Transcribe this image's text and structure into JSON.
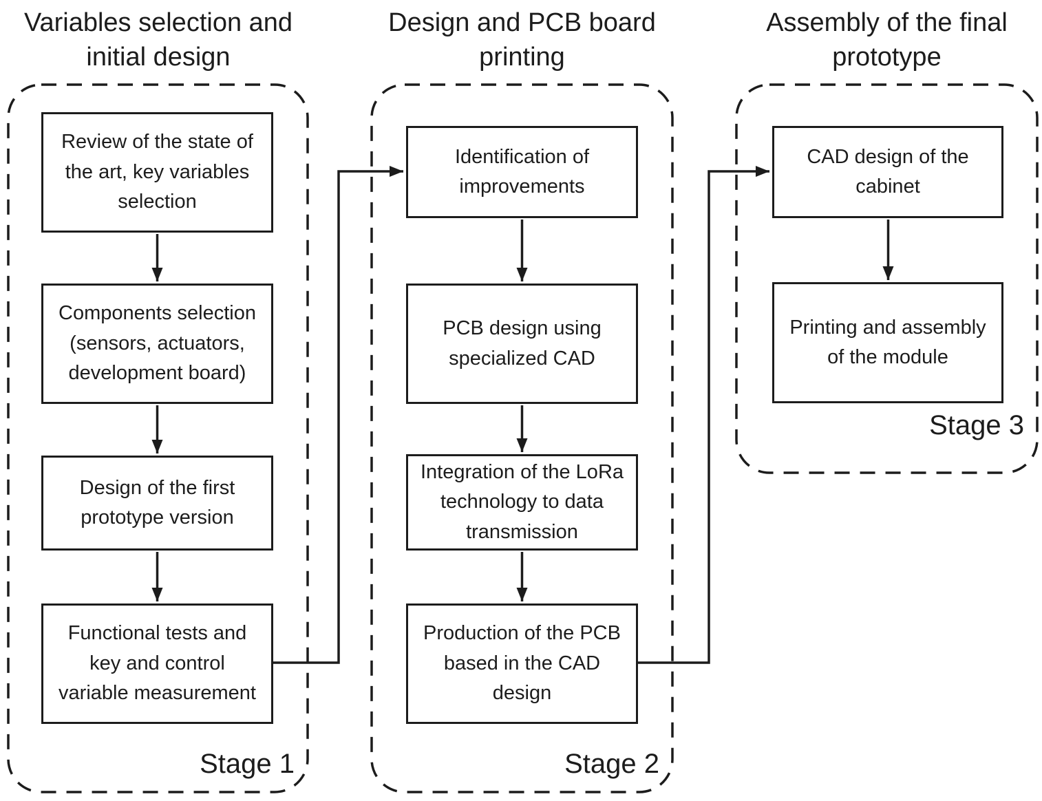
{
  "figure": {
    "stages": [
      {
        "title": "Variables selection and\ninitial design",
        "label": "Stage 1",
        "boxes": [
          "Review of the state of\nthe art, key variables\nselection",
          "Components selection\n(sensors, actuators,\ndevelopment board)",
          "Design of the first\nprototype version",
          "Functional tests and\nkey and control\nvariable measurement"
        ]
      },
      {
        "title": "Design and PCB board\nprinting",
        "label": "Stage 2",
        "boxes": [
          "Identification of\nimprovements",
          "PCB design using\nspecialized CAD",
          "Integration of the LoRa\ntechnology to data\ntransmission",
          "Production of the PCB\nbased in the CAD\ndesign"
        ]
      },
      {
        "title": "Assembly of the final\nprototype",
        "label": "Stage 3",
        "boxes": [
          "CAD design of the\ncabinet",
          "Printing and assembly\nof the module"
        ]
      }
    ],
    "colors": {
      "stroke": "#1c1c1c",
      "background": "#ffffff"
    }
  }
}
